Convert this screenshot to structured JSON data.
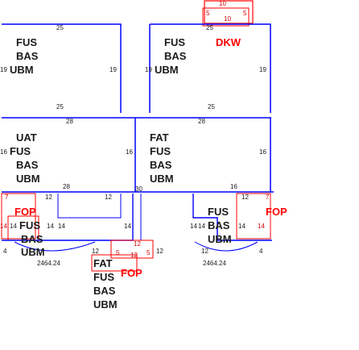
{
  "colors": {
    "frame_blue": "#0000ff",
    "mark_red": "#ff0000",
    "dim_red": "#d40000",
    "text": "#1a1a1a"
  },
  "top_mark": {
    "n1": "10",
    "n2": "5",
    "n3": "5",
    "n4": "10"
  },
  "cells": {
    "tl": {
      "dim_top": "25",
      "layers": [
        "FUS",
        "BAS",
        "UBM"
      ],
      "dim_left": "19",
      "dim_right": "19",
      "dim_bottom": "25"
    },
    "tr": {
      "dim_top": "25",
      "layers": [
        "FUS",
        "BAS",
        "UBM"
      ],
      "tag": "DKW",
      "dim_left": "19",
      "dim_right": "19",
      "dim_bottom": "25"
    },
    "ml": {
      "dim_top": "28",
      "layers": [
        "UAT",
        "FUS",
        "BAS",
        "UBM"
      ],
      "dim_left": "16",
      "dim_right": "16",
      "dim_bottom": "28"
    },
    "mr": {
      "dim_top": "28",
      "layers": [
        "FAT",
        "FUS",
        "BAS",
        "UBM"
      ],
      "dim_left": "30",
      "dim_right": "16",
      "dim_bottom": "16"
    },
    "bl": {
      "dim_top_a": "7",
      "dim_top_b": "12",
      "tag": "FOP",
      "layers": [
        "FUS",
        "BAS",
        "UBM"
      ],
      "dim_l1": "14",
      "dim_l2": "14",
      "dim_l3": "14",
      "dim_l4": "14",
      "dim_left_small": "4",
      "dim_bottom": "12",
      "arc_label": "2464.24"
    },
    "bm": {
      "dim_top": "12",
      "dim_right": "14",
      "dim_bottom": "12"
    },
    "br": {
      "dim_top_a": "12",
      "dim_top_b": "7",
      "tag": "FOP",
      "layers": [
        "FUS",
        "BAS",
        "UBM"
      ],
      "dim_l1": "14",
      "dim_l2": "14",
      "dim_l3": "14",
      "dim_l4": "14",
      "dim_right_small": "4",
      "dim_bottom": "12",
      "arc_label": "2464.24"
    },
    "bottom": {
      "n1": "12",
      "n2": "5",
      "n3": "12",
      "n4": "5",
      "tag_fat": "FAT",
      "tag_fop": "FOP",
      "layers": [
        "FUS",
        "BAS",
        "UBM"
      ]
    }
  }
}
